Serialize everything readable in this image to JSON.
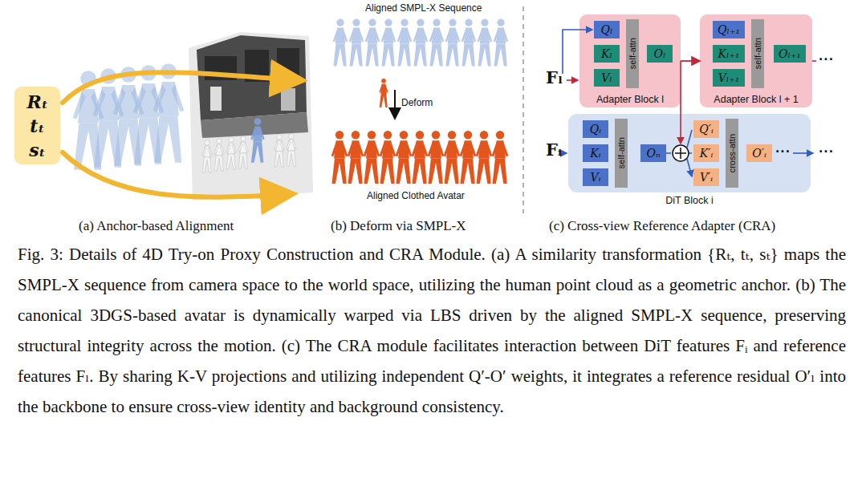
{
  "diagram": {
    "caption": "Fig. 3: Details of 4D Try-on Proxy Construction and CRA Module. (a) A similarity transformation {Rₜ, tₜ, sₜ} maps the SMPL-X sequence from camera space to the world space, utilizing the human point cloud as a geometric anchor. (b) The canonical 3DGS-based avatar is dynamically warped via LBS driven by the aligned SMPL-X sequence, preserving structural integrity across the motion. (c) The CRA module facilitates interaction between DiT features Fᵢ and reference features Fₗ. By sharing K-V projections and utilizing independent Q′-O′ weights, it integrates a reference residual O′ₗ into the backbone to ensure cross-view identity and background consistency.",
    "nodes": [
      {
        "text": [
          "Rₜ tₜ sₜ"
        ]
      },
      {
        "text": [
          "Adapter Block l"
        ]
      },
      {
        "text": [
          "Qₗ"
        ],
        "in": 1
      },
      {
        "text": [
          "Kₗ"
        ],
        "in": 1
      },
      {
        "text": [
          "Vₗ"
        ],
        "in": 1
      },
      {
        "text": [
          "self-attn"
        ],
        "in": 1
      },
      {
        "text": [
          "Oₗ"
        ],
        "in": 1
      },
      {
        "text": [
          "Adapter Block l + 1"
        ]
      },
      {
        "text": [
          "Qₗ₊₁"
        ],
        "in": 7
      },
      {
        "text": [
          "Kₗ₊₁"
        ],
        "in": 7
      },
      {
        "text": [
          "Vₗ₊₁"
        ],
        "in": 7
      },
      {
        "text": [
          "self-attn"
        ],
        "in": 7
      },
      {
        "text": [
          "Oₗ₊₁"
        ],
        "in": 7
      },
      {
        "text": [
          "DiT Block i"
        ]
      },
      {
        "text": [
          "Qᵢ"
        ],
        "in": 13
      },
      {
        "text": [
          "Kᵢ"
        ],
        "in": 13
      },
      {
        "text": [
          "Vᵢ"
        ],
        "in": 13
      },
      {
        "text": [
          "self-attn"
        ],
        "in": 13
      },
      {
        "text": [
          "Oₙ"
        ],
        "in": 13
      },
      {
        "text": [
          "Q′ᵢ"
        ],
        "in": 13
      },
      {
        "text": [
          "K′ᵢ"
        ],
        "in": 13
      },
      {
        "text": [
          "V′ᵢ"
        ],
        "in": 13
      },
      {
        "text": [
          "cross-attn"
        ],
        "in": 13
      },
      {
        "text": [
          "O′ᵢ"
        ],
        "in": 13
      }
    ],
    "edges": [
      {
        "from": 1,
        "to": 7,
        "arrow": "to"
      }
    ],
    "labels": [
      "Aligned SMPL-X Sequence",
      "Deform",
      "Aligned Clothed Avatar",
      "(a) Anchor-based Alignment",
      "(b) Deform via SMPL-X",
      "(c) Cross-view Reference Adapter (CRA)",
      "Fₗ",
      "Fᵢ",
      "···",
      "···",
      "···"
    ]
  }
}
